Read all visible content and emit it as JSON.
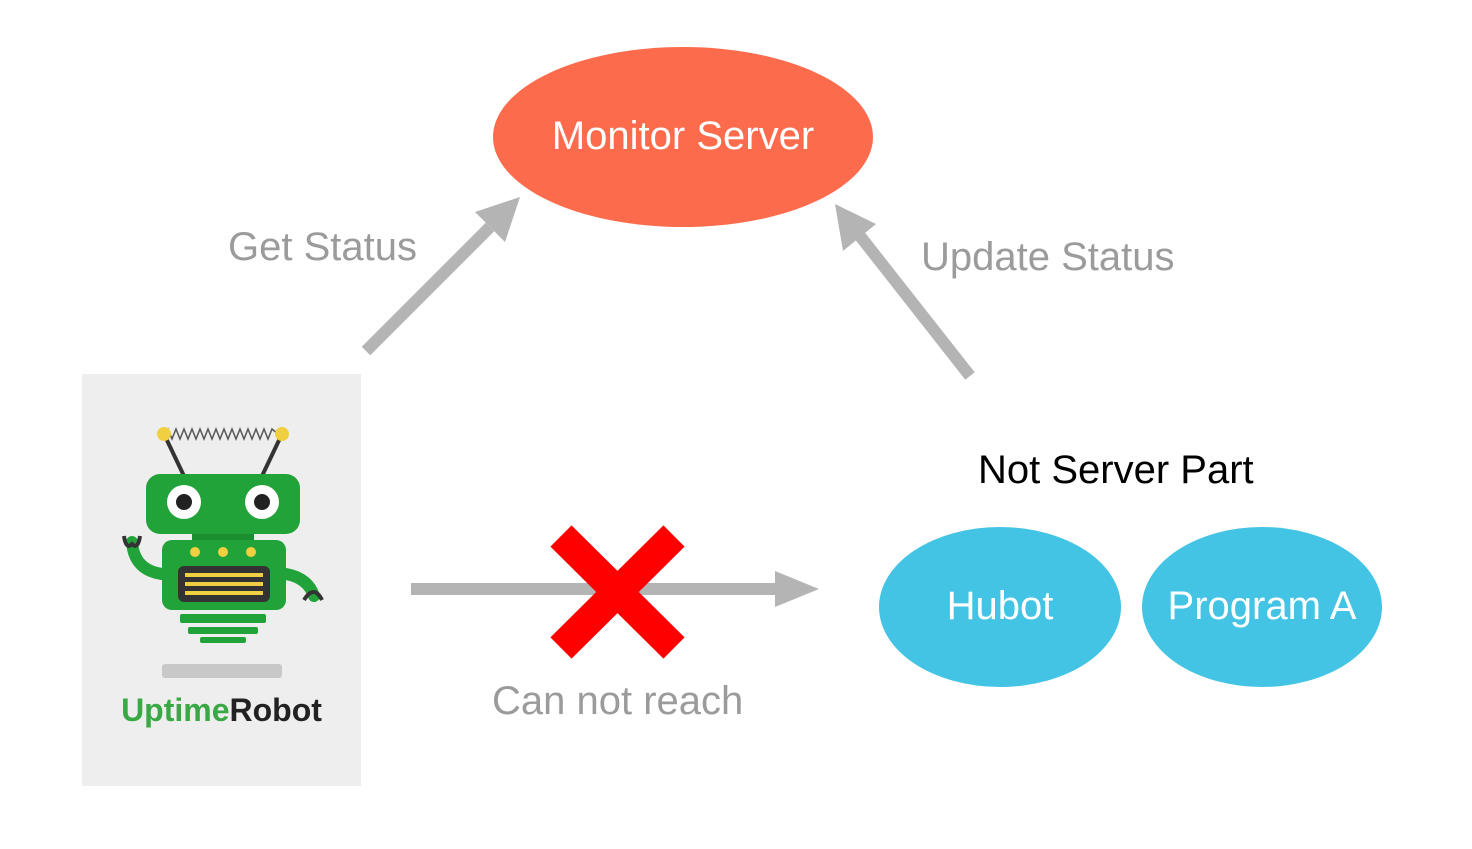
{
  "nodes": {
    "monitor_server": "Monitor Server",
    "hubot": "Hubot",
    "program_a": "Program A"
  },
  "edges": {
    "get_status": "Get Status",
    "update_status": "Update Status",
    "can_not_reach": "Can not reach"
  },
  "group_label": "Not Server Part",
  "logo": {
    "part1": "Uptime",
    "part2": "Robot"
  },
  "colors": {
    "monitor_server": "#fd6b4d",
    "client_nodes": "#44c4e4",
    "arrow": "#b4b4b4",
    "cross": "#ff0000",
    "robot_green": "#21a33a"
  }
}
